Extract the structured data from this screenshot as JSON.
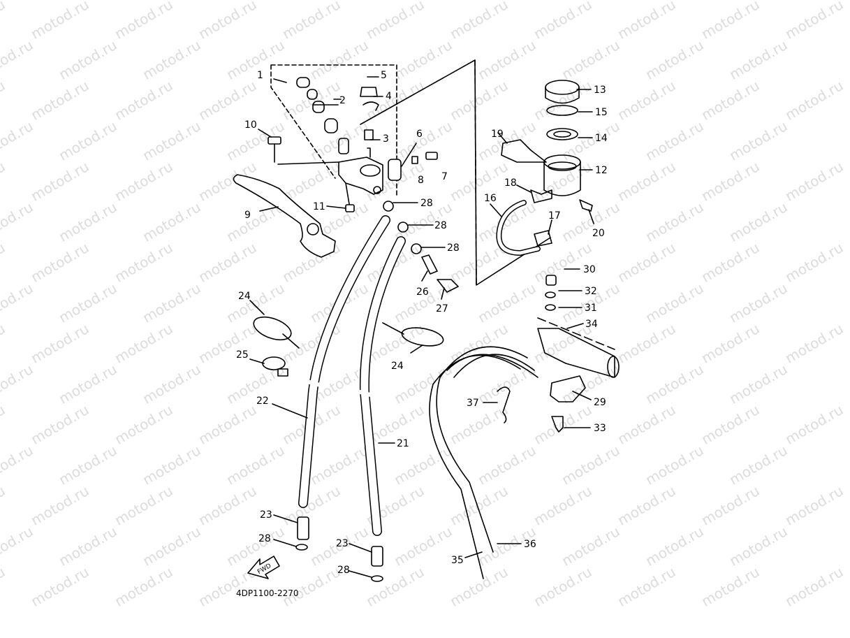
{
  "diagram": {
    "code": "4DP1100-2270",
    "fwd_label": "FWD",
    "watermark": "motod.ru"
  },
  "callouts": [
    {
      "id": "c1",
      "label": "1"
    },
    {
      "id": "c2",
      "label": "2"
    },
    {
      "id": "c3",
      "label": "3"
    },
    {
      "id": "c4",
      "label": "4"
    },
    {
      "id": "c5",
      "label": "5"
    },
    {
      "id": "c6",
      "label": "6"
    },
    {
      "id": "c7",
      "label": "7"
    },
    {
      "id": "c8",
      "label": "8"
    },
    {
      "id": "c9",
      "label": "9"
    },
    {
      "id": "c10",
      "label": "10"
    },
    {
      "id": "c11",
      "label": "11"
    },
    {
      "id": "c12",
      "label": "12"
    },
    {
      "id": "c13",
      "label": "13"
    },
    {
      "id": "c14",
      "label": "14"
    },
    {
      "id": "c15",
      "label": "15"
    },
    {
      "id": "c16",
      "label": "16"
    },
    {
      "id": "c17",
      "label": "17"
    },
    {
      "id": "c18",
      "label": "18"
    },
    {
      "id": "c19",
      "label": "19"
    },
    {
      "id": "c20",
      "label": "20"
    },
    {
      "id": "c21",
      "label": "21"
    },
    {
      "id": "c22",
      "label": "22"
    },
    {
      "id": "c23a",
      "label": "23"
    },
    {
      "id": "c23b",
      "label": "23"
    },
    {
      "id": "c24a",
      "label": "24"
    },
    {
      "id": "c24b",
      "label": "24"
    },
    {
      "id": "c25",
      "label": "25"
    },
    {
      "id": "c26",
      "label": "26"
    },
    {
      "id": "c27",
      "label": "27"
    },
    {
      "id": "c28a",
      "label": "28"
    },
    {
      "id": "c28b",
      "label": "28"
    },
    {
      "id": "c28c",
      "label": "28"
    },
    {
      "id": "c28d",
      "label": "28"
    },
    {
      "id": "c28e",
      "label": "28"
    },
    {
      "id": "c29",
      "label": "29"
    },
    {
      "id": "c30",
      "label": "30"
    },
    {
      "id": "c31",
      "label": "31"
    },
    {
      "id": "c32",
      "label": "32"
    },
    {
      "id": "c33",
      "label": "33"
    },
    {
      "id": "c34",
      "label": "34"
    },
    {
      "id": "c35",
      "label": "35"
    },
    {
      "id": "c36",
      "label": "36"
    },
    {
      "id": "c37",
      "label": "37"
    }
  ]
}
